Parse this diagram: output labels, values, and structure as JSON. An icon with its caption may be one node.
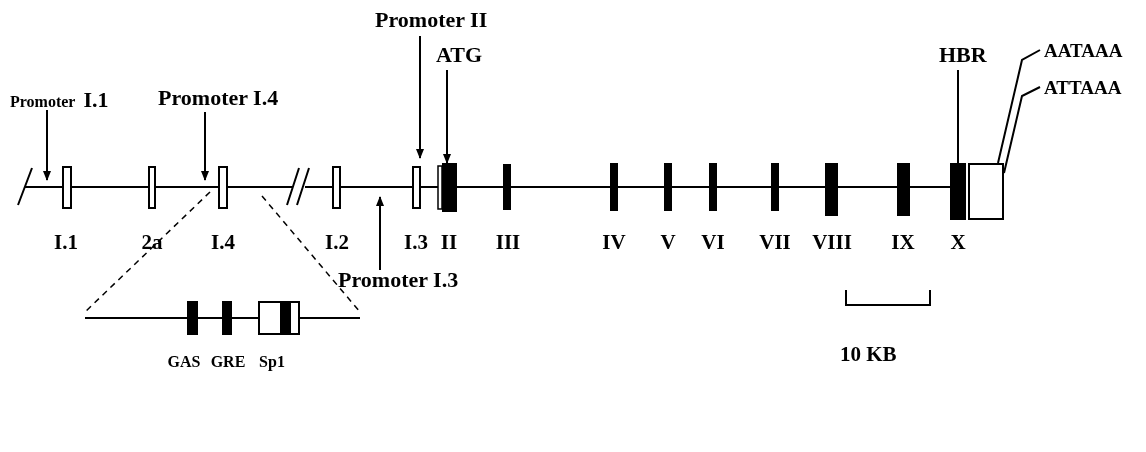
{
  "diagram": {
    "nodes": [
      {
        "text": [
          "Promoter II"
        ]
      },
      {
        "text": [
          "ATG"
        ]
      },
      {
        "text": [
          "HBR"
        ]
      },
      {
        "text": [
          "AATAAA"
        ]
      },
      {
        "text": [
          "Promoter",
          "I.1"
        ]
      },
      {
        "text": [
          "Promoter I.4"
        ]
      },
      {
        "text": [
          "ATTAAA"
        ]
      },
      {
        "text": [
          "I.1"
        ]
      },
      {
        "text": [
          "2a"
        ]
      },
      {
        "text": [
          "I.4"
        ]
      },
      {
        "text": [
          "I.2"
        ]
      },
      {
        "text": [
          "I.3"
        ]
      },
      {
        "text": [
          "II"
        ]
      },
      {
        "text": [
          "III"
        ]
      },
      {
        "text": [
          "IV"
        ]
      },
      {
        "text": [
          "V"
        ]
      },
      {
        "text": [
          "VI"
        ]
      },
      {
        "text": [
          "VII"
        ]
      },
      {
        "text": [
          "VIII"
        ]
      },
      {
        "text": [
          "IX"
        ]
      },
      {
        "text": [
          "X"
        ]
      },
      {
        "text": [],
        "shape": "box"
      },
      {
        "text": [
          "Promoter I.3"
        ]
      },
      {
        "text": [
          "GAS"
        ]
      },
      {
        "text": [
          "GRE"
        ]
      },
      {
        "text": [
          "Sp1"
        ]
      }
    ],
    "edges": [
      {
        "from": 4,
        "to": 7,
        "arrow": "to"
      },
      {
        "from": 5,
        "to": 9,
        "arrow": "to"
      },
      {
        "from": 0,
        "to": 11,
        "arrow": "to"
      },
      {
        "from": 1,
        "to": 12,
        "arrow": "to"
      },
      {
        "from": 22,
        "to": null,
        "arrow": "to"
      },
      {
        "from": 2,
        "to": 20,
        "arrow": "none"
      },
      {
        "from": 3,
        "to": 21,
        "arrow": "none"
      },
      {
        "from": 6,
        "to": 21,
        "arrow": "none"
      }
    ],
    "labels": [
      "10 KB"
    ]
  }
}
